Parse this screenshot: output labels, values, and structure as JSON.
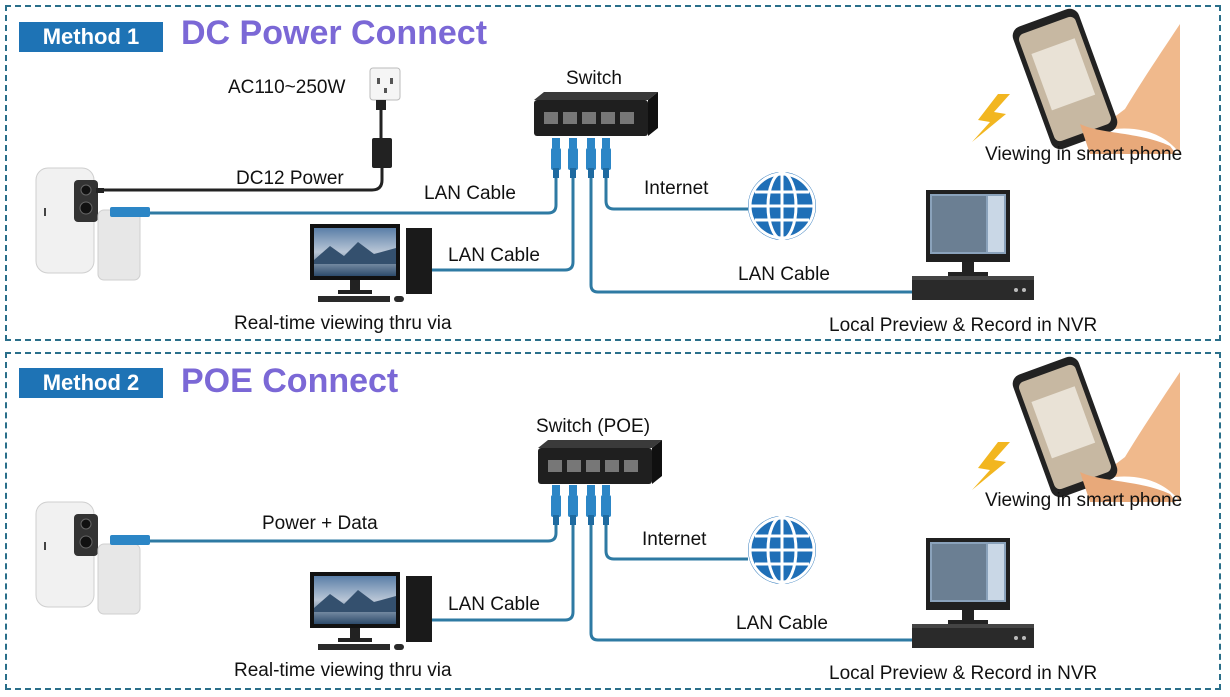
{
  "methods": [
    {
      "badge": "Method 1",
      "title": "DC Power Connect",
      "power_label": "AC110~250W",
      "switch_label": "Switch",
      "dc_label": "DC12 Power",
      "cam_cable_label": "LAN Cable",
      "internet_label": "Internet",
      "pc_cable_label": "LAN Cable",
      "nvr_cable_label": "LAN Cable",
      "pc_caption": "Real-time viewing thru via",
      "nvr_caption": "Local Preview & Record in NVR",
      "phone_caption": "Viewing in smart phone"
    },
    {
      "badge": "Method 2",
      "title": "POE Connect",
      "switch_label": "Switch (POE)",
      "cam_cable_label": "Power + Data",
      "internet_label": "Internet",
      "pc_cable_label": "LAN Cable",
      "nvr_cable_label": "LAN Cable",
      "pc_caption": "Real-time viewing thru via",
      "nvr_caption": "Local Preview & Record in NVR",
      "phone_caption": "Viewing in smart phone"
    }
  ],
  "colors": {
    "cable": "#2e7aa3",
    "badge": "#1e73b5",
    "title": "#7b68d6",
    "border": "#2a6f8a",
    "lightning": "#f2b620"
  },
  "icons": [
    "camera-icon",
    "switch-icon",
    "globe-icon",
    "desktop-pc-icon",
    "nvr-monitor-icon",
    "smartphone-icon",
    "lightning-icon",
    "wall-socket-icon",
    "power-adapter-icon"
  ]
}
